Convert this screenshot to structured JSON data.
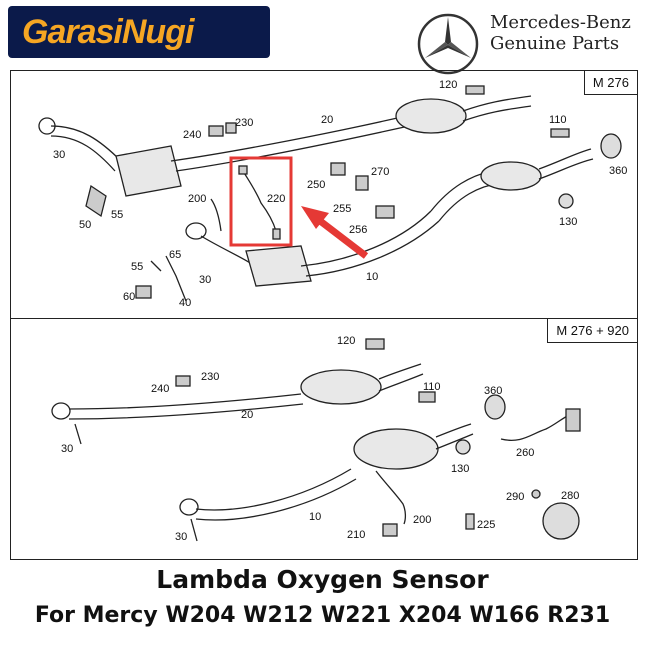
{
  "brand": {
    "shop_name": "GarasiNugi",
    "maker_line1": "Mercedes-Benz",
    "maker_line2": "Genuine Parts"
  },
  "top_panel": {
    "engine_tag": "M 276",
    "labels": [
      "120",
      "20",
      "240",
      "230",
      "110",
      "30",
      "360",
      "200",
      "220",
      "250",
      "270",
      "255",
      "256",
      "55",
      "50",
      "130",
      "65",
      "55",
      "30",
      "60",
      "40",
      "10"
    ]
  },
  "bottom_panel": {
    "engine_tag": "M 276 + 920",
    "labels": [
      "120",
      "240",
      "230",
      "110",
      "360",
      "20",
      "30",
      "130",
      "260",
      "10",
      "290",
      "280",
      "200",
      "225",
      "210",
      "30"
    ]
  },
  "title": {
    "line1": "Lambda Oxygen Sensor",
    "line2": "For Mercy W204 W212 W221 X204 W166 R231"
  }
}
